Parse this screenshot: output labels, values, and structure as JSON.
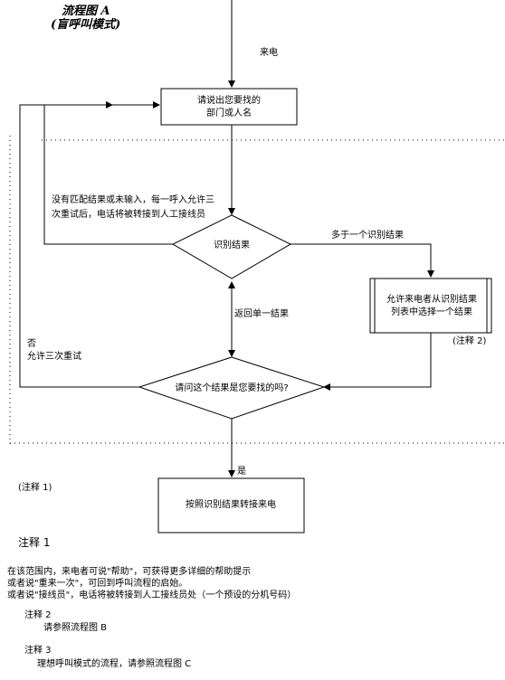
{
  "title": {
    "line1": "流程图 A",
    "line2": "(盲呼叫模式)"
  },
  "diagram": {
    "incoming_label": "来电",
    "prompt_box": {
      "line1": "请说出您要找的",
      "line2": "部门或人名"
    },
    "retry_note": {
      "line1": "没有匹配结果或未输入，每一呼入允许三",
      "line2": "次重试后，电话将被转接到人工接线员"
    },
    "recognition_diamond": "识别结果",
    "multi_result_label": "多于一个识别结果",
    "select_box": {
      "line1": "允许来电者从识别结果",
      "line2": "列表中选择一个结果"
    },
    "note2_marker": "(注释 2)",
    "single_result_label": "返回单一结果",
    "no_label": {
      "line1": "否",
      "line2": "允许三次重试"
    },
    "confirm_diamond": "请问这个结果是您要找的吗?",
    "yes_label": "是",
    "note1_marker": "(注释 1)",
    "transfer_box": "按照识别结果转接来电"
  },
  "notes": {
    "note1": {
      "heading": "注释 1",
      "lines": [
        "在该范围内，来电者可说\"帮助\"，可获得更多详细的帮助提示",
        "或者说\"重来一次\"，可回到呼叫流程的启始。",
        "或者说\"接线员\"，电话将被转接到人工接线员处（一个预设的分机号码）"
      ]
    },
    "note2": {
      "heading": "注释 2",
      "text": "请参照流程图 B"
    },
    "note3": {
      "heading": "注释 3",
      "text": "理想呼叫模式的流程，请参照流程图 C"
    }
  }
}
